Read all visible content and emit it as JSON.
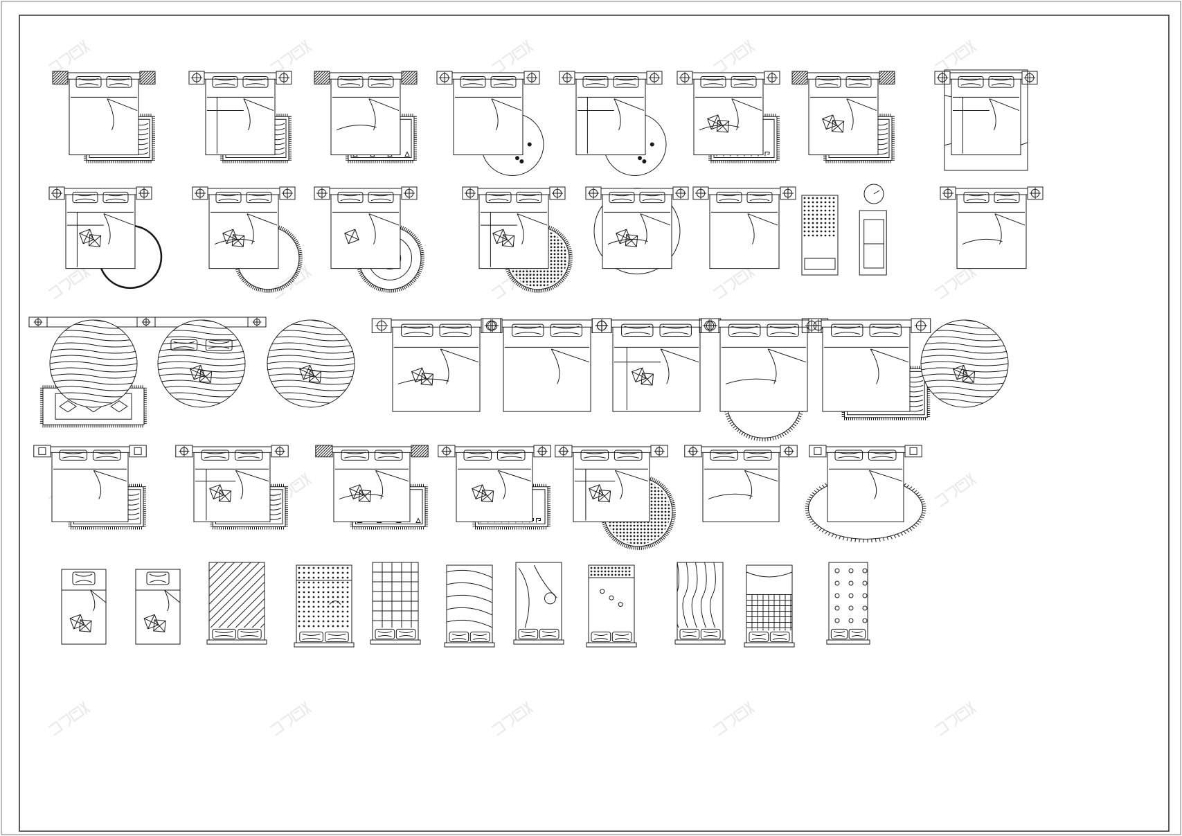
{
  "sheet": {
    "colors": {
      "ink": "#1a1a1a",
      "paper": "#ffffff",
      "frame": "#333333",
      "watermark": "#d9d9d9"
    }
  },
  "rows": [
    {
      "row": 1,
      "items": [
        {
          "kind": "double",
          "tables": "hatch",
          "rug": "rect",
          "pillows": 0
        },
        {
          "kind": "double",
          "tables": "round",
          "rug": "rect",
          "pillows": 0
        },
        {
          "kind": "double",
          "tables": "hatch",
          "rug": "rect-star",
          "pillows": 0
        },
        {
          "kind": "double",
          "tables": "round",
          "rug": "round",
          "pillows": 0
        },
        {
          "kind": "double",
          "tables": "round",
          "rug": "round",
          "pillows": 0
        },
        {
          "kind": "double",
          "tables": "round",
          "rug": "rect-key",
          "pillows": 2
        },
        {
          "kind": "double",
          "tables": "hatch",
          "rug": "rect",
          "pillows": 2
        },
        {
          "kind": "double",
          "tables": "round",
          "rug": "large",
          "pillows": 0
        }
      ]
    },
    {
      "row": 2,
      "items": [
        {
          "kind": "double",
          "tables": "round",
          "rug": "round-open",
          "pillows": 2
        },
        {
          "kind": "double",
          "tables": "round",
          "rug": "round-fringe",
          "pillows": 2
        },
        {
          "kind": "double",
          "tables": "round",
          "rug": "round-ring",
          "pillows": 1
        },
        {
          "kind": "double",
          "tables": "round",
          "rug": "round-dots",
          "pillows": 2
        },
        {
          "kind": "double",
          "tables": "round",
          "rug": "round-full",
          "pillows": 2
        },
        {
          "kind": "double",
          "tables": "round",
          "rug": "none",
          "pillows": 0
        },
        {
          "kind": "single-set",
          "tables": "none",
          "rug": "none",
          "pillows": 0
        },
        {
          "kind": "double",
          "tables": "round",
          "rug": "none",
          "pillows": 0
        }
      ]
    },
    {
      "row": 3,
      "items": [
        {
          "kind": "round-bed",
          "tables": "round",
          "rug": "rect-diamond",
          "pillows": 0
        },
        {
          "kind": "round-bed",
          "tables": "round",
          "rug": "none",
          "pillows": 4
        },
        {
          "kind": "round-bed",
          "tables": "none",
          "rug": "none",
          "pillows": 2
        },
        {
          "kind": "double",
          "tables": "round",
          "rug": "none",
          "pillows": 2
        },
        {
          "kind": "double",
          "tables": "round",
          "rug": "none",
          "pillows": 0
        },
        {
          "kind": "double",
          "tables": "round",
          "rug": "none",
          "pillows": 2
        },
        {
          "kind": "double",
          "tables": "round",
          "rug": "oval",
          "pillows": 0
        },
        {
          "kind": "double",
          "tables": "round",
          "rug": "rect",
          "pillows": 0
        },
        {
          "kind": "round-bed",
          "tables": "none",
          "rug": "none",
          "pillows": 2
        }
      ]
    },
    {
      "row": 4,
      "items": [
        {
          "kind": "double",
          "tables": "square",
          "rug": "rect",
          "pillows": 0
        },
        {
          "kind": "double",
          "tables": "round",
          "rug": "rect",
          "pillows": 2
        },
        {
          "kind": "double",
          "tables": "hatch",
          "rug": "rect-star",
          "pillows": 2
        },
        {
          "kind": "double",
          "tables": "round",
          "rug": "rect-key",
          "pillows": 2
        },
        {
          "kind": "double",
          "tables": "round",
          "rug": "round-dots",
          "pillows": 2
        },
        {
          "kind": "double",
          "tables": "round",
          "rug": "none",
          "pillows": 0
        },
        {
          "kind": "double",
          "tables": "square",
          "rug": "oval-large",
          "pillows": 0
        }
      ]
    },
    {
      "row": 5,
      "items": [
        {
          "kind": "single",
          "pillows": 2
        },
        {
          "kind": "single",
          "pillows": 2
        },
        {
          "kind": "footboard",
          "pattern": "diagonal"
        },
        {
          "kind": "footboard",
          "pattern": "dots"
        },
        {
          "kind": "footboard",
          "pattern": "grid"
        },
        {
          "kind": "footboard",
          "pattern": "bands"
        },
        {
          "kind": "footboard",
          "pattern": "drape"
        },
        {
          "kind": "footboard",
          "pattern": "flowers"
        },
        {
          "kind": "footboard",
          "pattern": "marble"
        },
        {
          "kind": "footboard",
          "pattern": "check"
        },
        {
          "kind": "footboard",
          "pattern": "floral-column"
        }
      ]
    }
  ]
}
